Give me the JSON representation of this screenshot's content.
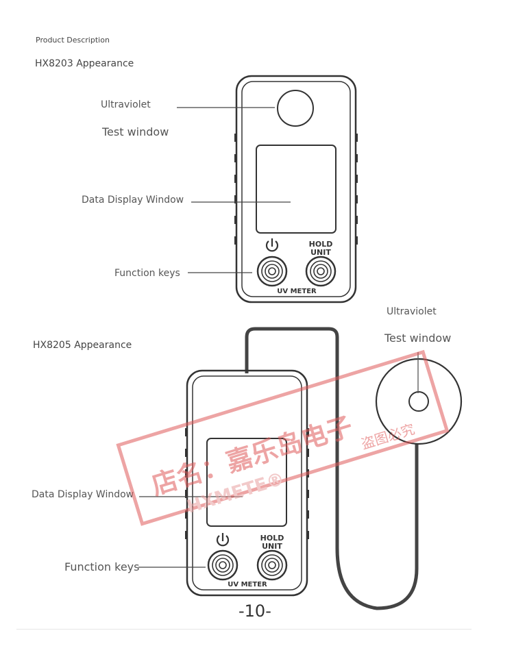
{
  "header": "Product Description",
  "section1": {
    "title": "HX8203 Appearance",
    "labels": {
      "uv_line1": "Ultraviolet",
      "uv_line2": "Test window",
      "display": "Data Display Window",
      "keys": "Function keys"
    },
    "device": {
      "hold": "HOLD",
      "unit": "UNIT",
      "brand": "UV METER"
    }
  },
  "section2": {
    "title": "HX8205 Appearance",
    "labels": {
      "uv_line1": "Ultraviolet",
      "uv_line2": "Test window",
      "display": "Data Display Window",
      "keys": "Function keys"
    },
    "device": {
      "hold": "HOLD",
      "unit": "UNIT",
      "brand": "UV METER"
    }
  },
  "page_number": "-10-",
  "watermark": {
    "shop": "店名：嘉乐岛电子",
    "brand": "HXMETE®",
    "notice": "盗图必究"
  },
  "colors": {
    "ink": "#333333",
    "label": "#555555",
    "watermark": "#e05a5a"
  }
}
